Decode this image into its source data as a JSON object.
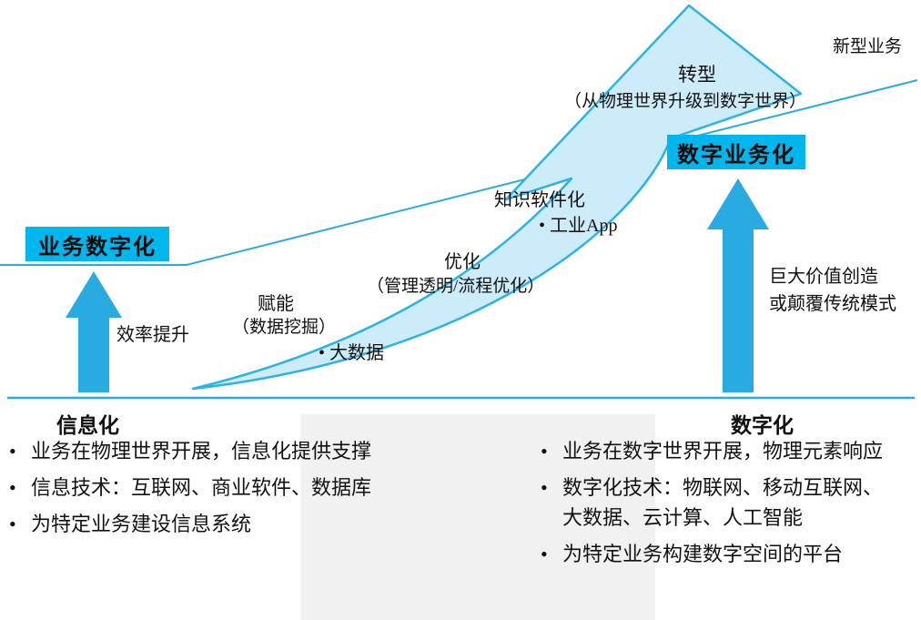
{
  "colors": {
    "accent_blue": "#29abe2",
    "swoosh_fill": "#cdecfa",
    "swoosh_stroke": "#2bb3e8",
    "cyan_label_bg": "#00b6ed",
    "gray_panel": "#f1f1f1"
  },
  "stages": {
    "top_right_label": "新型业务",
    "transform_title": "转型",
    "transform_sub": "（从物理世界升级到数字世界）",
    "digital_business_box": "数字业务化",
    "knowledge_software": "知识软件化",
    "industrial_app": "• 工业App",
    "business_digitization_box": "业务数字化",
    "optimize_title": "优化",
    "optimize_sub": "（管理透明/流程优化）",
    "empower_title": "赋能",
    "empower_sub": "（数据挖掘）",
    "big_data": "• 大数据",
    "efficiency_label": "效率提升",
    "value_line1": "巨大价值创造",
    "value_line2": "或颠覆传统模式"
  },
  "axis": {
    "left_label": "信息化",
    "right_label": "数字化"
  },
  "lists": {
    "left": [
      "业务在物理世界开展，信息化提供支撑",
      "信息技术：互联网、商业软件、数据库",
      "为特定业务建设信息系统"
    ],
    "right": [
      "业务在数字世界开展，物理元素响应",
      "数字化技术：物联网、移动互联网、大数据、云计算、人工智能",
      "为特定业务构建数字空间的平台"
    ]
  }
}
